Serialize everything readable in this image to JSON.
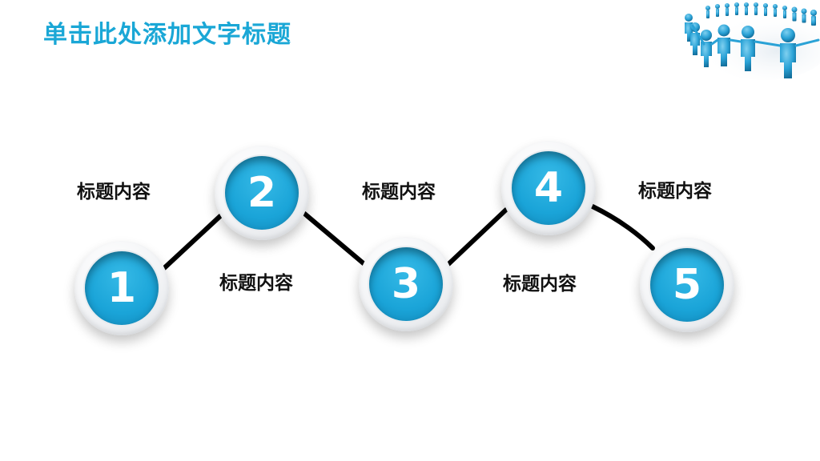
{
  "header": {
    "title": "单击此处添加文字标题"
  },
  "steps": [
    {
      "number": "1"
    },
    {
      "number": "2"
    },
    {
      "number": "3"
    },
    {
      "number": "4"
    },
    {
      "number": "5"
    }
  ],
  "labels": [
    {
      "text": "标题内容"
    },
    {
      "text": "标题内容"
    },
    {
      "text": "标题内容"
    },
    {
      "text": "标题内容"
    },
    {
      "text": "标题内容"
    }
  ],
  "colors": {
    "accent": "#1aa7d6",
    "connector": "#000000",
    "label": "#111111"
  },
  "decor": {
    "icon": "people-circle-icon"
  }
}
